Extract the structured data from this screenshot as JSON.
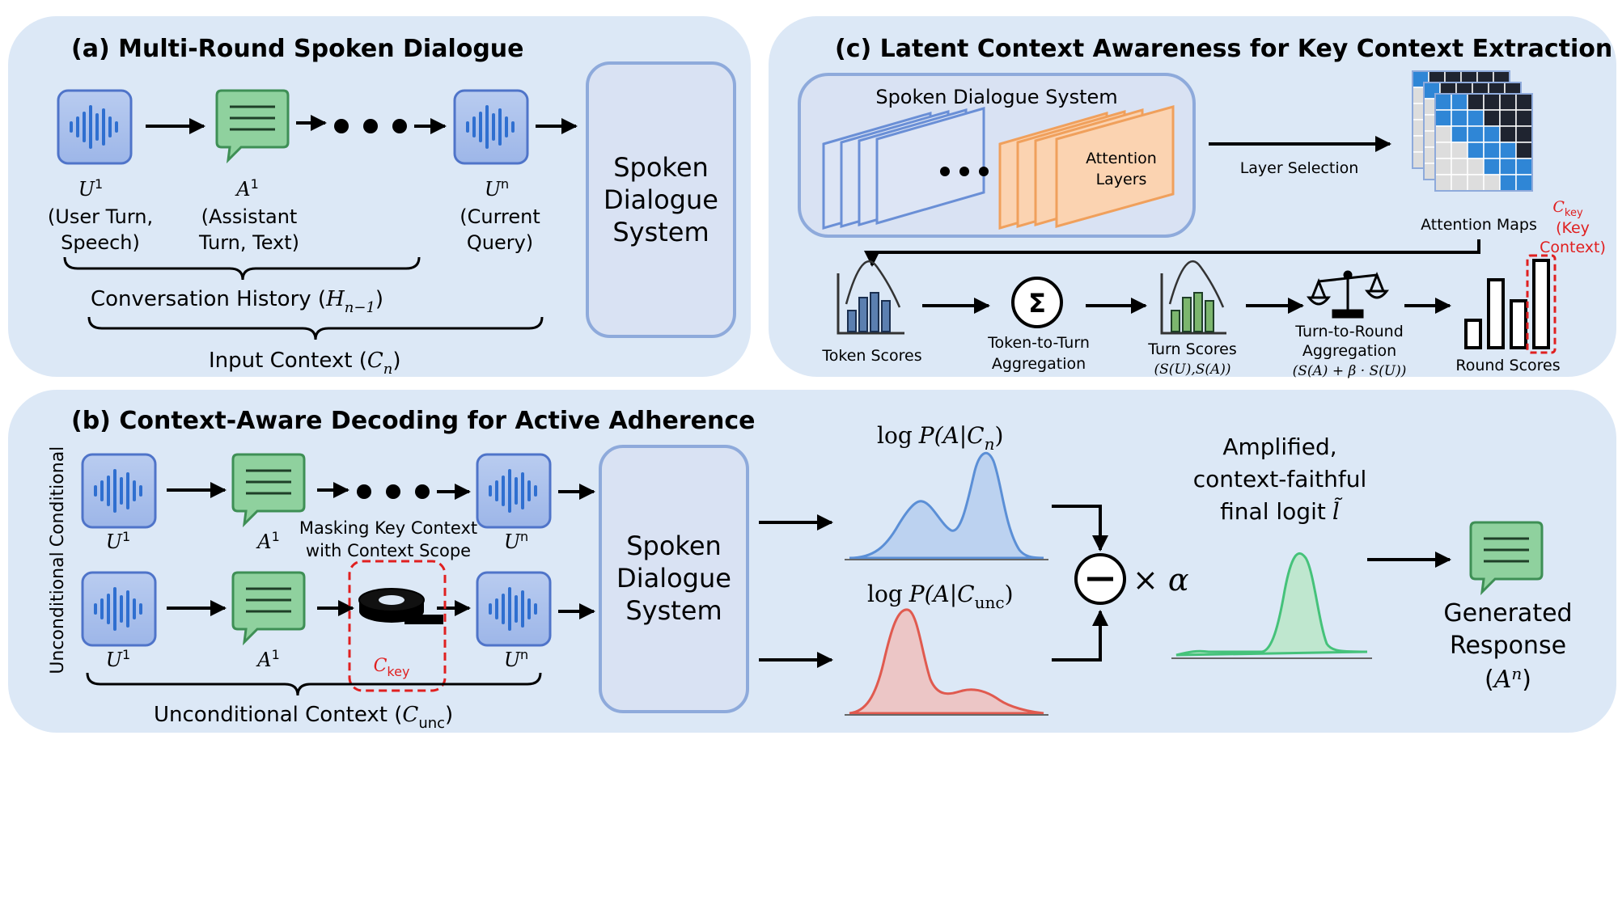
{
  "panel_a": {
    "title": "(a) Multi-Round Spoken Dialogue",
    "u1_sym": "U",
    "u1_sup": "1",
    "u1_desc_1": "(User Turn,",
    "u1_desc_2": "Speech)",
    "a1_sym": "A",
    "a1_sup": "1",
    "a1_desc_1": "(Assistant",
    "a1_desc_2": "Turn, Text)",
    "un_sym": "U",
    "un_sup": "n",
    "un_desc_1": "(Current",
    "un_desc_2": "Query)",
    "history_text": "Conversation History (",
    "history_sym": "H",
    "history_sub": "n−1",
    "history_close": ")",
    "input_text": "Input Context (",
    "input_sym": "C",
    "input_sub": "n",
    "input_close": ")",
    "system_1": "Spoken",
    "system_2": "Dialogue",
    "system_3": "System"
  },
  "panel_b": {
    "title": "(b) Context-Aware Decoding for Active Adherence",
    "row_conditional": "Conditional",
    "row_unconditional": "Unconditional",
    "u1_sym": "U",
    "u1_sup": "1",
    "a1_sym": "A",
    "a1_sup": "1",
    "un_sym": "U",
    "un_sup": "n",
    "mask_1": "Masking Key Context",
    "mask_2": "with Context Scope",
    "ckey_sym": "C",
    "ckey_sub": "key",
    "unc_text": "Unconditional Context (",
    "unc_sym": "C",
    "unc_sub": "unc",
    "unc_close": ")",
    "system_1": "Spoken",
    "system_2": "Dialogue",
    "system_3": "System",
    "logp_cond_1": "log",
    "logp_cond_2": "P(A|C",
    "logp_cond_sub": "n",
    "logp_cond_close": ")",
    "logp_unc_1": "log",
    "logp_unc_2": "P(A|C",
    "logp_unc_sub": "unc",
    "logp_unc_close": ")",
    "times_alpha": "× α",
    "amp_1": "Amplified,",
    "amp_2": "context-faithful",
    "amp_3": "final logit",
    "amp_sym": "l̃",
    "gen_1": "Generated",
    "gen_2": "Response",
    "gen_3_open": "(",
    "gen_sym": "A",
    "gen_sup": "n",
    "gen_close": ")"
  },
  "panel_c": {
    "title": "(c) Latent Context Awareness for Key Context Extraction",
    "sds_label": "Spoken Dialogue System",
    "attn_1": "Attention",
    "attn_2": "Layers",
    "layer_selection": "Layer Selection",
    "attention_maps": "Attention Maps",
    "ckey_sym": "C",
    "ckey_sub": "key",
    "ckey_1": "(Key",
    "ckey_2": "Context)",
    "token_scores": "Token Scores",
    "token_to_turn_1": "Token-to-Turn",
    "token_to_turn_2": "Aggregation",
    "turn_scores": "Turn Scores",
    "turn_formula": "(S(U),S(A))",
    "turn_to_round_1": "Turn-to-Round",
    "turn_to_round_2": "Aggregation",
    "round_formula": "(S(A) + β · S(U))",
    "round_scores": "Round Scores"
  },
  "colors": {
    "panel_bg": "#dce8f6",
    "box_fill": "#d9e2f3",
    "box_stroke": "#8eaadb",
    "wave_blue": "#2f6fd0",
    "chat_green": "#8fd19e",
    "red": "#e02020",
    "orange": "#f7c59f",
    "curve_blue": "#5b8fd6",
    "curve_red": "#e05a4f",
    "curve_green": "#45c27a"
  }
}
